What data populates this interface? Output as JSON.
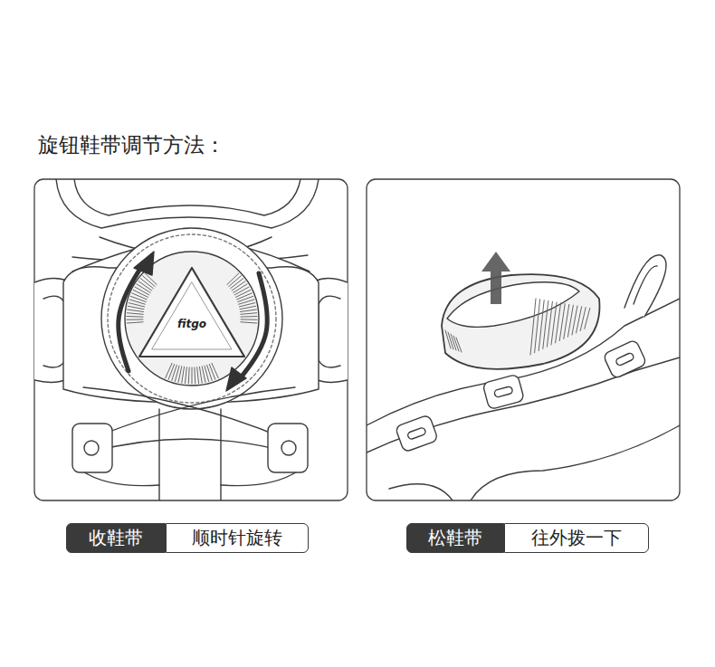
{
  "diagram": {
    "title": "旋钮鞋带调节方法：",
    "nodes": [
      {
        "text": [
          "收鞋带"
        ]
      },
      {
        "text": [
          "顺时针旋转"
        ]
      },
      {
        "text": [
          "松鞋带"
        ]
      },
      {
        "text": [
          "往外拨一下"
        ]
      }
    ],
    "labels": [
      "fitgo"
    ]
  }
}
